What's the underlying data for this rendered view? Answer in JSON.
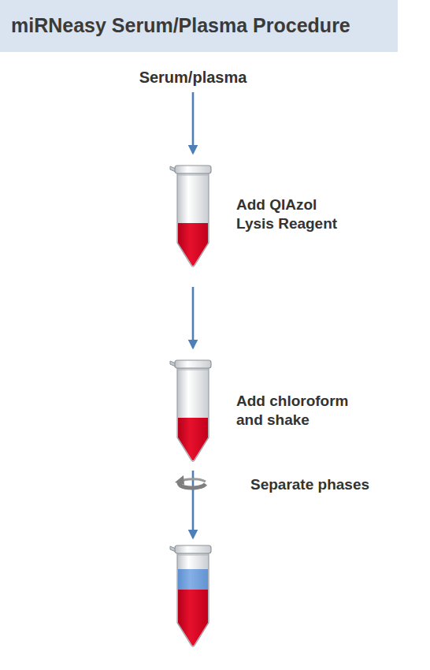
{
  "diagram": {
    "title": "miRNeasy Serum/Plasma Procedure",
    "nodes": [
      {
        "text": [
          "Serum/plasma"
        ]
      },
      {
        "text": [
          "Add QIAzol Lysis Reagent"
        ]
      },
      {
        "text": [
          "Add chloroform and shake"
        ]
      },
      {
        "text": []
      }
    ],
    "edges": [
      {
        "from": 0,
        "to": 1,
        "arrow": "to"
      },
      {
        "from": 1,
        "to": 2,
        "arrow": "to"
      },
      {
        "from": 2,
        "to": 3,
        "label": "Separate phases",
        "arrow": "to"
      }
    ]
  }
}
